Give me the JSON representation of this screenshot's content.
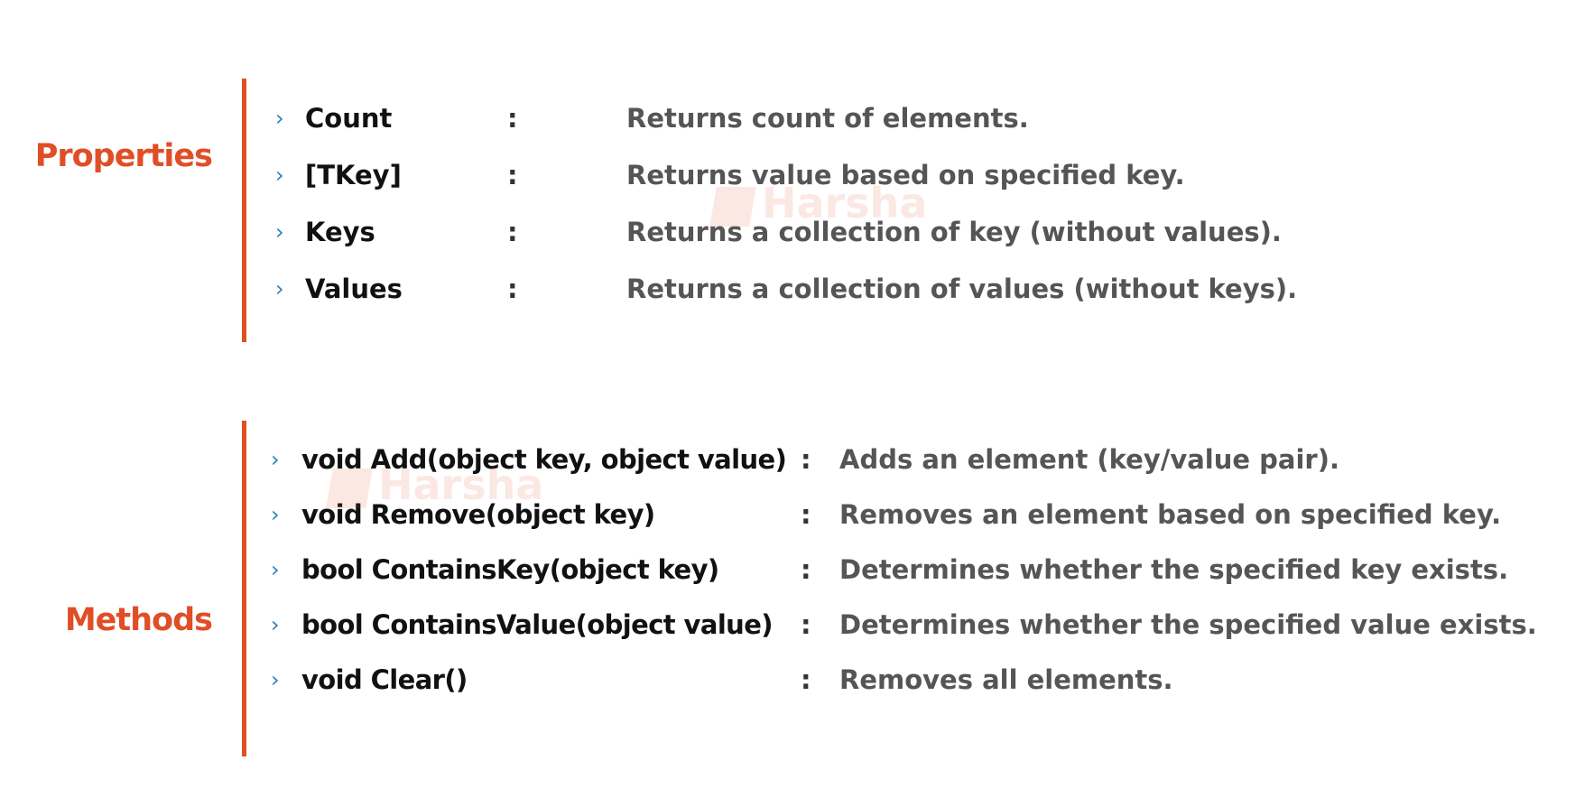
{
  "properties": {
    "heading": "Properties",
    "bullet_glyph": "›",
    "items": [
      {
        "term": "Count",
        "separator": ":",
        "description": "Returns count of elements."
      },
      {
        "term": "[TKey]",
        "separator": ":",
        "description": "Returns value based on specified key."
      },
      {
        "term": "Keys",
        "separator": ":",
        "description": "Returns a collection of key (without values)."
      },
      {
        "term": "Values",
        "separator": ":",
        "description": "Returns a collection of values (without keys)."
      }
    ]
  },
  "methods": {
    "heading": "Methods",
    "bullet_glyph": "›",
    "items": [
      {
        "term": "void Add(object key, object value)",
        "separator": ":",
        "description": "Adds an element (key/value pair)."
      },
      {
        "term": "void Remove(object key)",
        "separator": ":",
        "description": "Removes an element based on specified key."
      },
      {
        "term": "bool ContainsKey(object key)",
        "separator": ":",
        "description": "Determines whether the specified key exists."
      },
      {
        "term": "bool ContainsValue(object value)",
        "separator": ":",
        "description": "Determines whether the specified value exists."
      },
      {
        "term": "void Clear()",
        "separator": ":",
        "description": "Removes all elements."
      }
    ]
  },
  "watermark": {
    "text": "Harsha"
  },
  "colors": {
    "accent": "#e04e26",
    "bullet": "#2f7fb8",
    "term": "#111111",
    "description": "#555555"
  }
}
